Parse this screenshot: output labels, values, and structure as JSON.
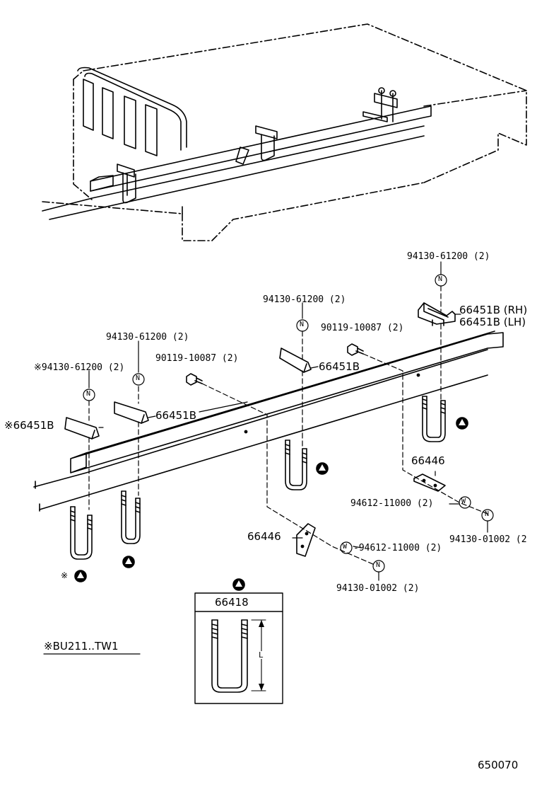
{
  "parts": {
    "nut_top_right": "94130-61200 (2)",
    "bracket_rh": "66451B (RH)",
    "bracket_lh": "66451B (LH)",
    "nut_center": "94130-61200 (2)",
    "bolt_right": "90119-10087 (2)",
    "bracket_center": "66451B",
    "nut_left": "94130-61200 (2)",
    "bolt_left": "90119-10087 (2)",
    "nut_left_marked": "※94130-61200 (2)",
    "bracket_left_marked": "※66451B",
    "bracket_left": "66451B",
    "plate_right": "66446",
    "washer_right": "94612-11000 (2)",
    "nut_bottom_right": "94130-01002 (2",
    "plate_left": "66446",
    "washer_left": "-94612-11000 (2)",
    "nut_bottom_center": "94130-01002 (2)"
  },
  "symbols": {
    "nut_letter": "N",
    "washer_letter": "W",
    "marker": "※"
  },
  "detail_box": {
    "title": "66418",
    "dimension_label": "L"
  },
  "note": "※BU211..TW1",
  "figure_number": "650070"
}
